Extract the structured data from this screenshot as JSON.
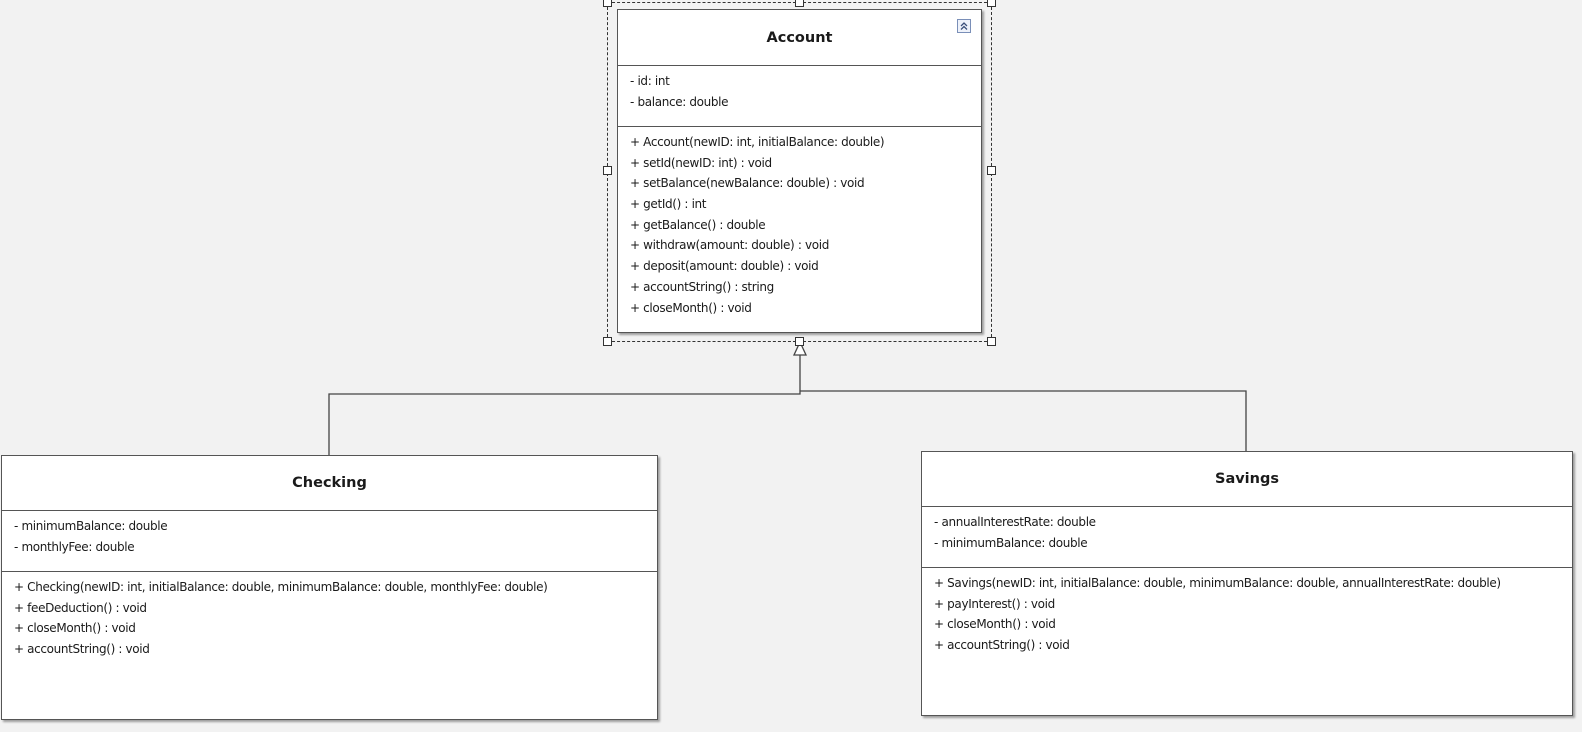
{
  "diagram": {
    "selected_class": "Account",
    "classes": [
      {
        "name": "Account",
        "collapse_icon": "chevron-double-up-icon",
        "attributes": [
          "- id: int",
          "- balance: double"
        ],
        "operations": [
          "+ Account(newID: int, initialBalance: double)",
          "+ setId(newID: int) : void",
          "+ setBalance(newBalance: double) : void",
          "+ getId() : int",
          "+ getBalance() : double",
          "+ withdraw(amount: double) : void",
          "+ deposit(amount: double) : void",
          "+ accountString() : string",
          "+ closeMonth() : void"
        ]
      },
      {
        "name": "Checking",
        "attributes": [
          "- minimumBalance: double",
          "- monthlyFee: double"
        ],
        "operations": [
          "+ Checking(newID: int, initialBalance: double, minimumBalance: double, monthlyFee: double)",
          "+ feeDeduction() : void",
          "+ closeMonth() : void",
          "+ accountString() : void"
        ]
      },
      {
        "name": "Savings",
        "attributes": [
          "- annualInterestRate: double",
          "- minimumBalance: double"
        ],
        "operations": [
          "+ Savings(newID: int, initialBalance: double, minimumBalance: double, annualInterestRate: double)",
          "+ payInterest() : void",
          "+ closeMonth() : void",
          "+ accountString() : void"
        ]
      }
    ],
    "relationships": [
      {
        "type": "generalization",
        "from": "Checking",
        "to": "Account"
      },
      {
        "type": "generalization",
        "from": "Savings",
        "to": "Account"
      }
    ],
    "colors": {
      "background": "#f2f2f2",
      "box_fill": "#ffffff",
      "border": "#555555",
      "line": "#444444"
    }
  }
}
